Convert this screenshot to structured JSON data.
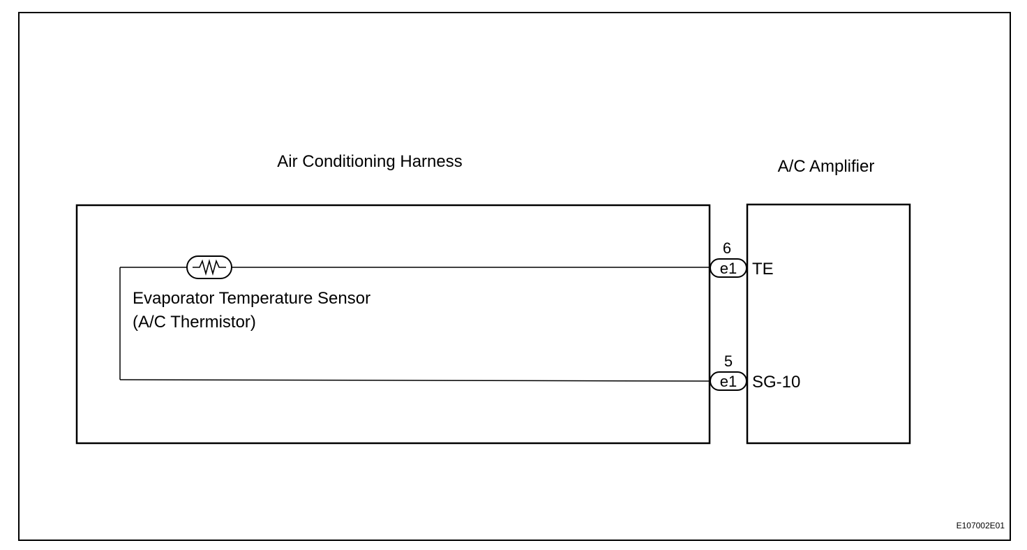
{
  "colors": {
    "line": "#000000",
    "background": "#ffffff"
  },
  "harness": {
    "title": "Air Conditioning Harness"
  },
  "sensor": {
    "label_line1": "Evaporator Temperature Sensor",
    "label_line2": "(A/C Thermistor)"
  },
  "amplifier": {
    "title": "A/C Amplifier"
  },
  "connectors": [
    {
      "pin": "6",
      "code": "e1",
      "terminal": "TE"
    },
    {
      "pin": "5",
      "code": "e1",
      "terminal": "SG-10"
    }
  ],
  "figure_code": "E107002E01"
}
